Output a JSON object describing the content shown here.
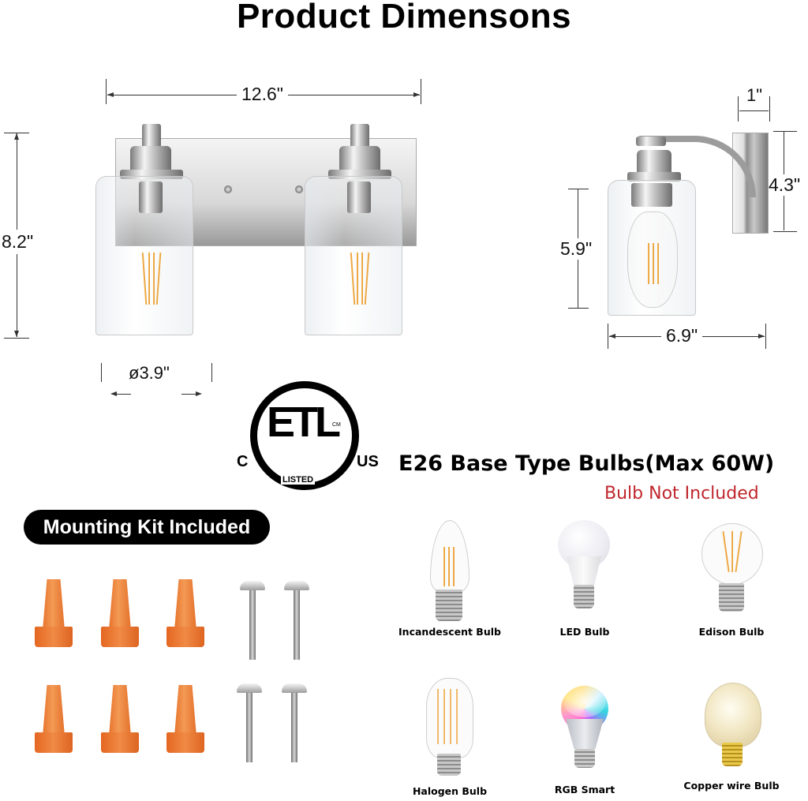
{
  "title": "Product Dimensons",
  "front_view": {
    "width": "12.6\"",
    "height": "8.2\"",
    "shade_diameter": "ø3.9\""
  },
  "side_view": {
    "backplate_depth": "1\"",
    "backplate_height": "4.3\"",
    "shade_height": "5.9\"",
    "extension": "6.9\""
  },
  "certification": {
    "mark": "ETL",
    "left_label": "C",
    "right_label": "US",
    "bottom_label": "LISTED",
    "superscript": "CM"
  },
  "bulb_info": {
    "heading": "E26 Base Type Bulbs(Max 60W)",
    "note": "Bulb Not Included",
    "note_color": "#c0272d"
  },
  "mounting_kit": {
    "label": "Mounting Kit Included",
    "wire_nuts": 6,
    "screws": 4,
    "wire_nut_color": "#ee7a33"
  },
  "bulb_types": [
    {
      "label": "Incandescent Bulb",
      "icon": "candle-filament-bulb-icon"
    },
    {
      "label": "LED Bulb",
      "icon": "led-bulb-icon"
    },
    {
      "label": "Edison Bulb",
      "icon": "globe-edison-bulb-icon"
    },
    {
      "label": "Halogen Bulb",
      "icon": "st64-filament-bulb-icon"
    },
    {
      "label": "RGB Smart",
      "icon": "rgb-smart-bulb-icon"
    },
    {
      "label": "Copper wire Bulb",
      "icon": "copper-wire-bulb-icon"
    }
  ]
}
